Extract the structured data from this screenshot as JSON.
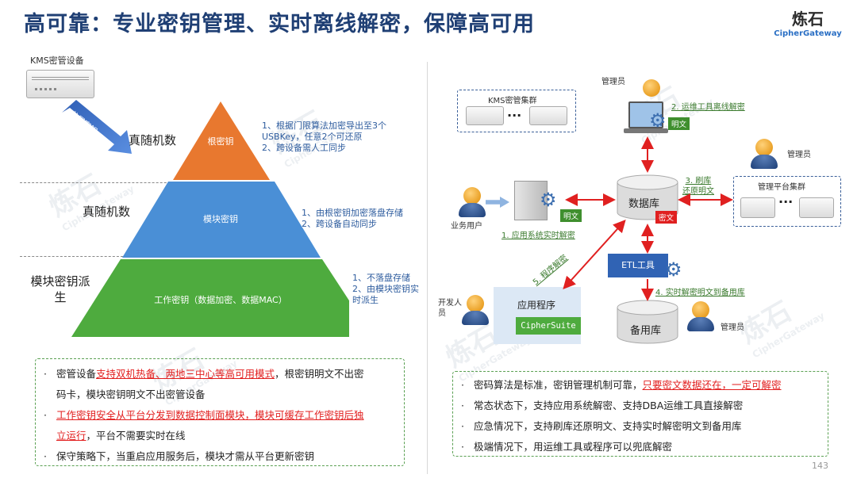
{
  "header": {
    "title": "高可靠：专业密钥管理、实时离线解密，保障高可用",
    "brand_cn": "炼石",
    "brand_en": "CipherGateway"
  },
  "watermark": {
    "cn": "炼石",
    "en": "CipherGateway"
  },
  "left": {
    "device_label": "KMS密管设备",
    "arrow_label": "分层密钥",
    "side_labels": [
      "真随机数",
      "真随机数",
      "模块密钥派生"
    ],
    "pyramid": {
      "top": "根密钥",
      "middle": "模块密钥",
      "bottom": "工作密钥（数据加密、数据MAC）"
    },
    "notes": {
      "top": [
        "1、根据门限算法加密导出至3个USBKey，任意2个可还原",
        "2、跨设备需人工同步"
      ],
      "middle": [
        "1、由根密钥加密落盘存储",
        "2、跨设备自动同步"
      ],
      "bottom": [
        "1、不落盘存储",
        "2、由模块密钥实时派生"
      ]
    },
    "bullets": [
      {
        "pre": "密管设备",
        "hl": "支持双机热备、两地三中心等高可用模式",
        "post": "，根密钥明文不出密",
        "line2": "码卡，模块密钥明文不出密管设备"
      },
      {
        "pre": "",
        "hl": "工作密钥安全从平台分发到数据控制面模块，模块可缓存工作密钥后独",
        "post": "",
        "line2_hl": "立运行",
        "line2": "，平台不需要实时在线"
      },
      {
        "pre": "保守策略下，当重启应用服务后，模块才需从平台更新密钥",
        "hl": "",
        "post": "",
        "line2": ""
      }
    ]
  },
  "right": {
    "kms_cluster": "KMS密管集群",
    "admin_top": "管理员",
    "admin_right": "管理员",
    "admin_bottom": "管理员",
    "biz_user": "业务用户",
    "developer": "开发人员",
    "database": "数据库",
    "backup_db": "备用库",
    "mgmt_cluster": "管理平台集群",
    "etl": "ETL工具",
    "app": "应用程序",
    "ciphersuite": "CipherSuite",
    "tag_plain": "明文",
    "tag_cipher": "密文",
    "steps": {
      "s1": "1. 应用系统实时解密",
      "s2": "2. 运维工具离线解密",
      "s3_a": "3. 刷库",
      "s3_b": "还原明文",
      "s4": "4. 实时解密明文到备用库",
      "s5": "5. 程序解密"
    },
    "bullets": [
      {
        "pre": "密码算法是标准，密钥管理机制可靠，",
        "hl": "只要密文数据还在，一定可解密"
      },
      {
        "pre": "常态状态下，支持应用系统解密、支持DBA运维工具直接解密",
        "hl": ""
      },
      {
        "pre": "应急情况下，支持刷库还原明文、支持实时解密明文到备用库",
        "hl": ""
      },
      {
        "pre": "极端情况下，用运维工具或程序可以兜底解密",
        "hl": ""
      }
    ]
  },
  "page_number": "143",
  "colors": {
    "pyramid_top": "#e8782f",
    "pyramid_mid": "#4a8fd6",
    "pyramid_bottom": "#4eab3e",
    "title": "#1f3f74",
    "highlight": "#e21f1f"
  }
}
